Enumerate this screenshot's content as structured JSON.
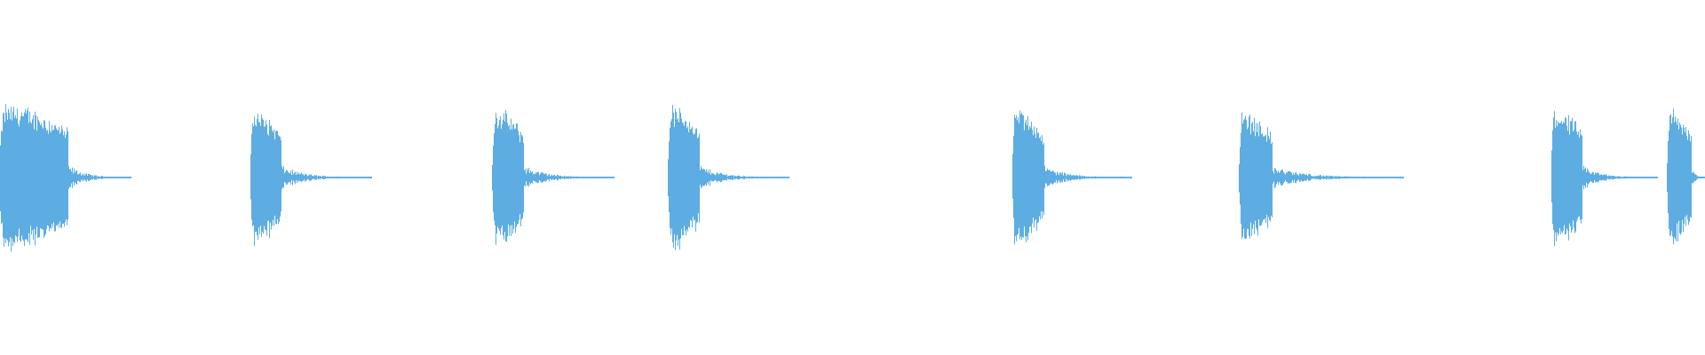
{
  "chart_data": {
    "type": "waveform",
    "title": "",
    "xlabel": "",
    "ylabel": "",
    "x_range": [
      0,
      1
    ],
    "y_range": [
      -1,
      1
    ],
    "grid": false,
    "color": "#5DADE2",
    "background": "#FFFFFF",
    "bursts": [
      {
        "onset": 0.0,
        "end": 0.077,
        "peak": 0.44,
        "tail_start": 0.04
      },
      {
        "onset": 0.147,
        "end": 0.218,
        "peak": 0.4,
        "tail_start": 0.165
      },
      {
        "onset": 0.289,
        "end": 0.36,
        "peak": 0.41,
        "tail_start": 0.307
      },
      {
        "onset": 0.392,
        "end": 0.463,
        "peak": 0.43,
        "tail_start": 0.41
      },
      {
        "onset": 0.594,
        "end": 0.664,
        "peak": 0.41,
        "tail_start": 0.612
      },
      {
        "onset": 0.727,
        "end": 0.823,
        "peak": 0.39,
        "tail_start": 0.746
      },
      {
        "onset": 0.91,
        "end": 0.972,
        "peak": 0.41,
        "tail_start": 0.928
      },
      {
        "onset": 0.978,
        "end": 1.0,
        "peak": 0.41,
        "tail_start": 0.992
      }
    ]
  }
}
